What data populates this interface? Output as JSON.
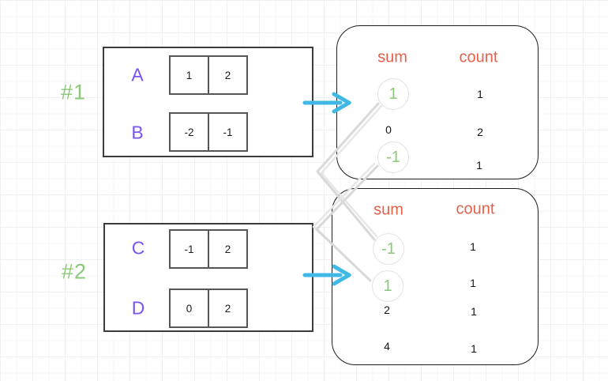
{
  "title": "pair-sum frequency diagram",
  "colors": {
    "label_green": "#8cc87a",
    "array_purple": "#7a54f0",
    "header_orange": "#e8604a",
    "arrow_cyan": "#3fb8e5",
    "link_gray": "#d9d9d9"
  },
  "examples": [
    {
      "label": "#1",
      "arrays": [
        {
          "name": "A",
          "values": [
            "1",
            "2"
          ]
        },
        {
          "name": "B",
          "values": [
            "-2",
            "-1"
          ]
        }
      ],
      "table": {
        "headers": {
          "sum": "sum",
          "count": "count"
        },
        "rows": [
          {
            "sum": "1",
            "count": "1",
            "highlighted": true
          },
          {
            "sum": "0",
            "count": "2",
            "highlighted": false
          },
          {
            "sum": "-1",
            "count": "1",
            "highlighted": true
          }
        ]
      }
    },
    {
      "label": "#2",
      "arrays": [
        {
          "name": "C",
          "values": [
            "-1",
            "2"
          ]
        },
        {
          "name": "D",
          "values": [
            "0",
            "2"
          ]
        }
      ],
      "table": {
        "headers": {
          "sum": "sum",
          "count": "count"
        },
        "rows": [
          {
            "sum": "-1",
            "count": "1",
            "highlighted": true
          },
          {
            "sum": "1",
            "count": "1",
            "highlighted": true
          },
          {
            "sum": "2",
            "count": "1",
            "highlighted": false
          },
          {
            "sum": "4",
            "count": "1",
            "highlighted": false
          }
        ]
      }
    }
  ],
  "connections": [
    {
      "from": "example1 sum 1",
      "to": "example2 sum -1"
    },
    {
      "from": "example1 sum -1",
      "to": "example2 sum 1"
    }
  ]
}
